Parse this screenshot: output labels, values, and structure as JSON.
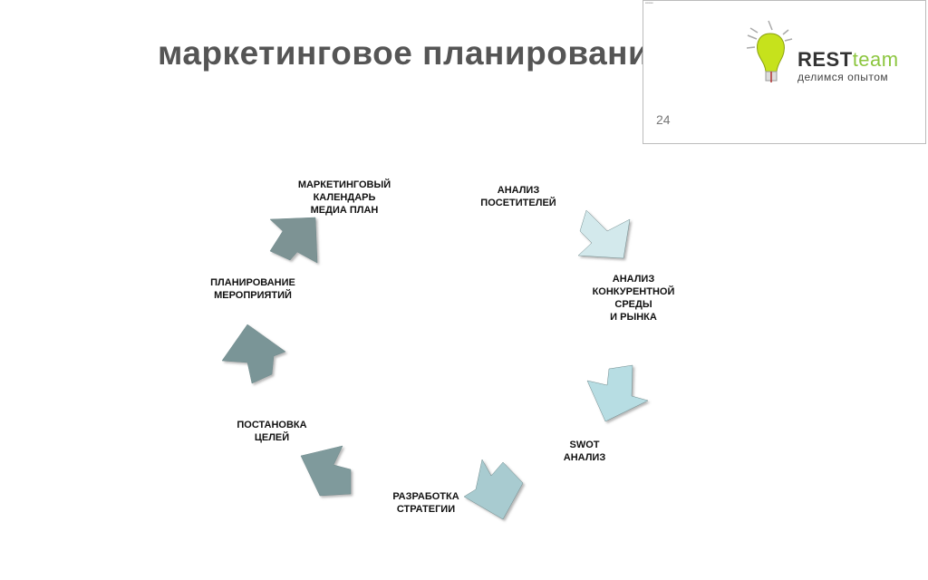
{
  "title": "маркетинговое планирование",
  "thumbnail": {
    "page_number": "24",
    "logo": {
      "word_dark": "REST",
      "word_green": "team",
      "tagline": "делимся опытом"
    }
  },
  "cycle": {
    "steps": [
      {
        "label": "АНАЛИЗ\nПОСЕТИТЕЛЕЙ"
      },
      {
        "label": "АНАЛИЗ\nКОНКУРЕНТНОЙ\nСРЕДЫ\nИ РЫНКА"
      },
      {
        "label": "SWOT\nАНАЛИЗ"
      },
      {
        "label": "РАЗРАБОТКА\nСТРАТЕГИИ"
      },
      {
        "label": "ПОСТАНОВКА\nЦЕЛЕЙ"
      },
      {
        "label": "ПЛАНИРОВАНИЕ\nМЕРОПРИЯТИЙ"
      },
      {
        "label": "МАРКЕТИНГОВЫЙ\nКАЛЕНДАРЬ\nМЕДИА ПЛАН"
      }
    ],
    "arrow_colors": [
      "#d3e9ec",
      "#b7dde3",
      "#a8cbd0",
      "#7f9a9c",
      "#7a9597",
      "#7d9394"
    ]
  }
}
